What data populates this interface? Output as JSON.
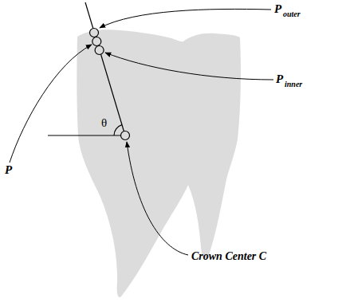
{
  "diagram": {
    "labels": [
      "P",
      "outer",
      "P",
      "inner",
      "P",
      "θ",
      "Crown Center C"
    ]
  }
}
